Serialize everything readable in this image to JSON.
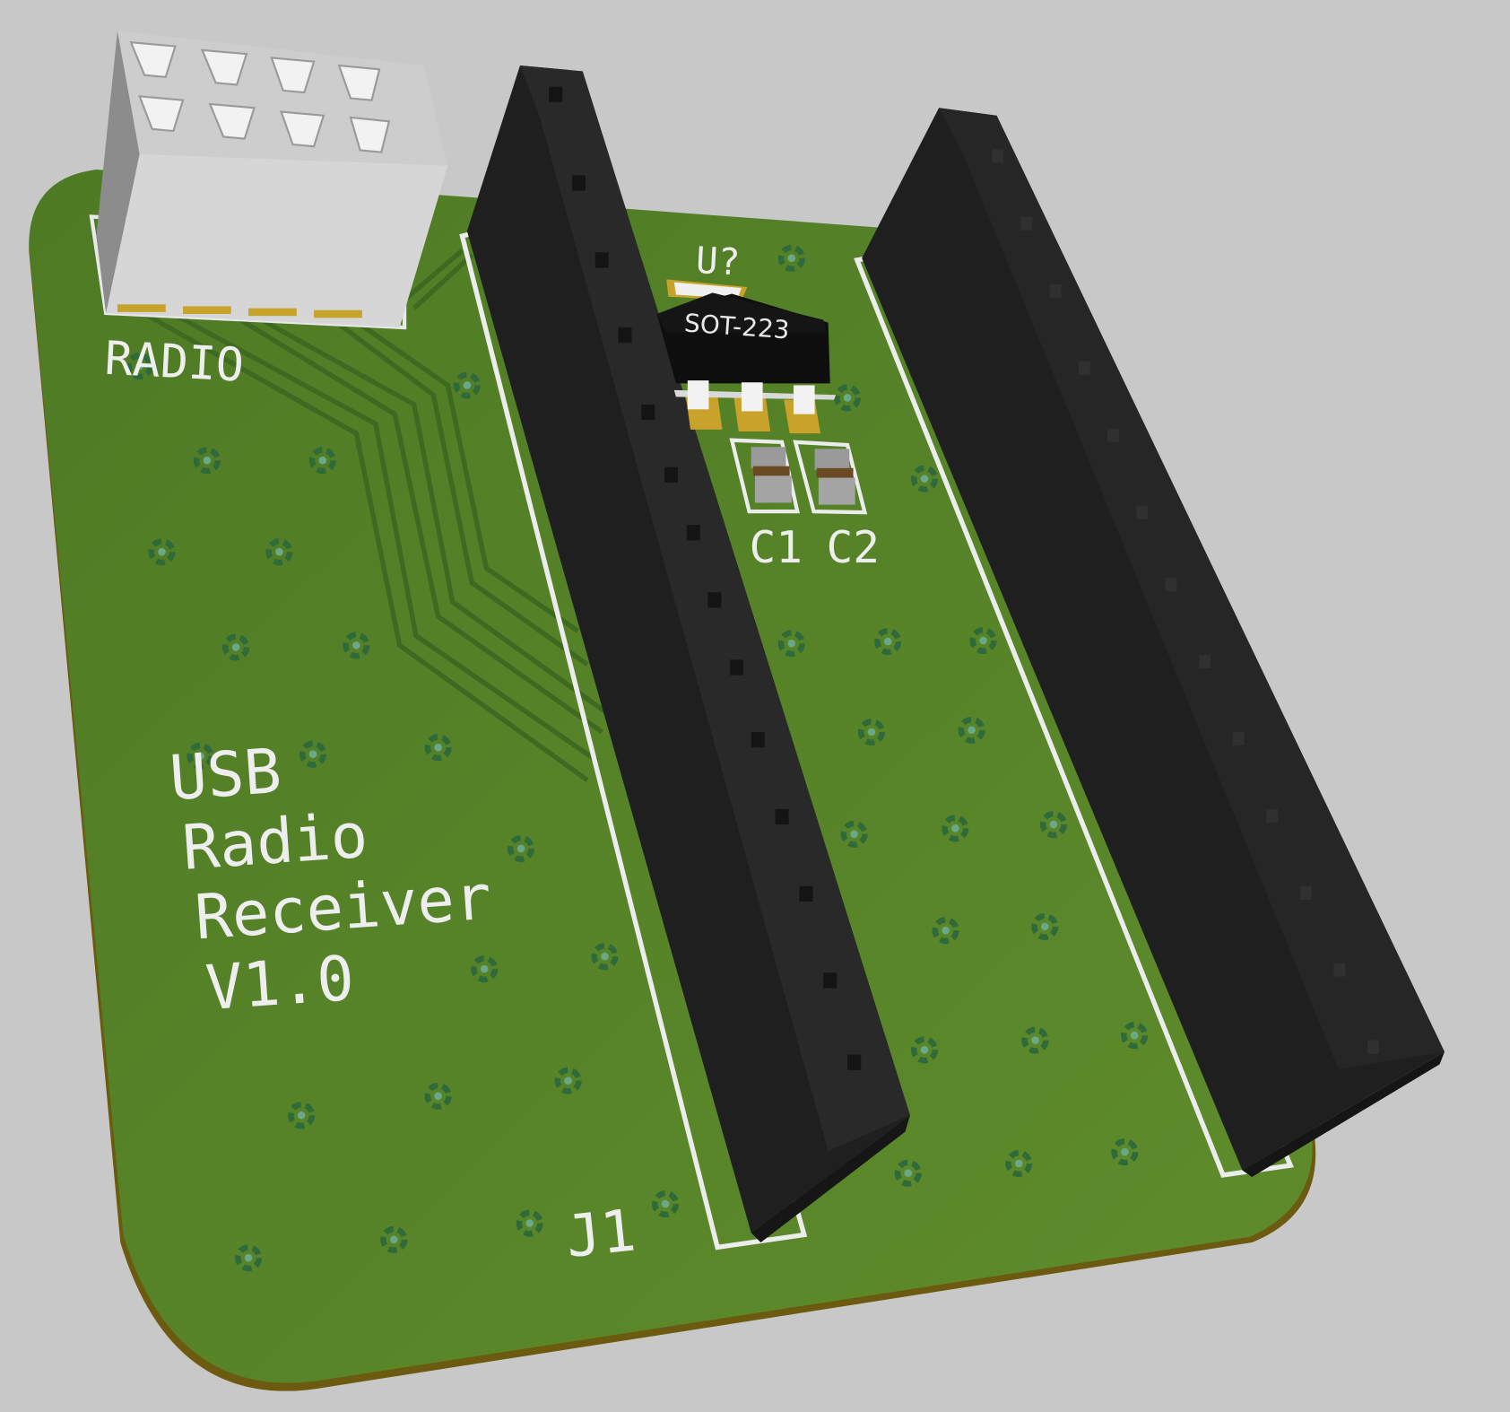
{
  "view": {
    "type": "3D PCB render",
    "background_color": "#c8c8c8",
    "board_color": "#5a8a2a",
    "trace_color": "#3f6e22",
    "silkscreen_color": "#eeeeee",
    "connector_color": "#232323"
  },
  "board": {
    "title_lines": [
      "USB",
      "Radio",
      "Receiver",
      "V1.0"
    ]
  },
  "components": {
    "radio_header": {
      "designator": "RADIO",
      "pins": 8
    },
    "regulator": {
      "designator": "U?",
      "package": "SOT-223"
    },
    "cap1": {
      "designator": "C1"
    },
    "cap2": {
      "designator": "C2"
    },
    "header_left": {
      "designator": "J1"
    },
    "header_right": {
      "designator": ""
    }
  }
}
